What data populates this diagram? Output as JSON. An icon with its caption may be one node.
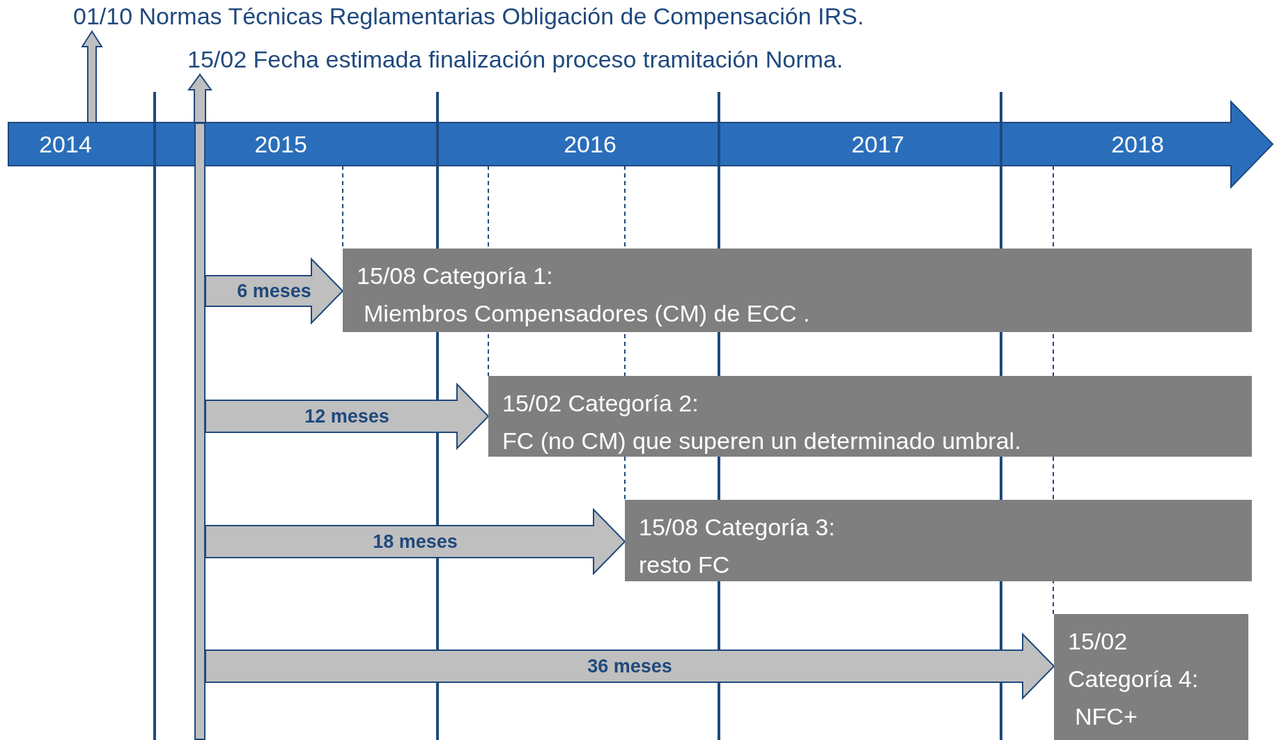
{
  "diagram": {
    "nodes": [
      {
        "text": [
          "01/10 Normas Técnicas Reglamentarias Obligación de Compensación IRS."
        ]
      },
      {
        "text": [
          "15/02 Fecha estimada finalización proceso tramitación Norma."
        ]
      },
      {
        "text": [
          "15/08 Categoría 1:",
          "Miembros Compensadores (CM) de ECC ."
        ]
      },
      {
        "text": [
          "15/02 Categoría 2:",
          "FC (no CM) que superen un determinado umbral."
        ]
      },
      {
        "text": [
          "15/08 Categoría 3:",
          "resto FC"
        ]
      },
      {
        "text": [
          "15/02 Categoría 4:",
          "NFC+"
        ]
      },
      {
        "text": [],
        "shape": "bar"
      }
    ],
    "edges": [
      {
        "from": null,
        "to": 0,
        "arrow": "to"
      },
      {
        "from": 6,
        "to": 1,
        "arrow": "to"
      },
      {
        "from": 6,
        "to": 2,
        "label": "6 meses",
        "arrow": "to"
      },
      {
        "from": 6,
        "to": 3,
        "label": "12 meses",
        "arrow": "to"
      },
      {
        "from": 6,
        "to": 4,
        "label": "18 meses",
        "arrow": "to"
      },
      {
        "from": 6,
        "to": 5,
        "label": "36 meses",
        "arrow": "to"
      }
    ],
    "labels": [
      "2014",
      "2015",
      "2016",
      "2017",
      "2018"
    ]
  }
}
